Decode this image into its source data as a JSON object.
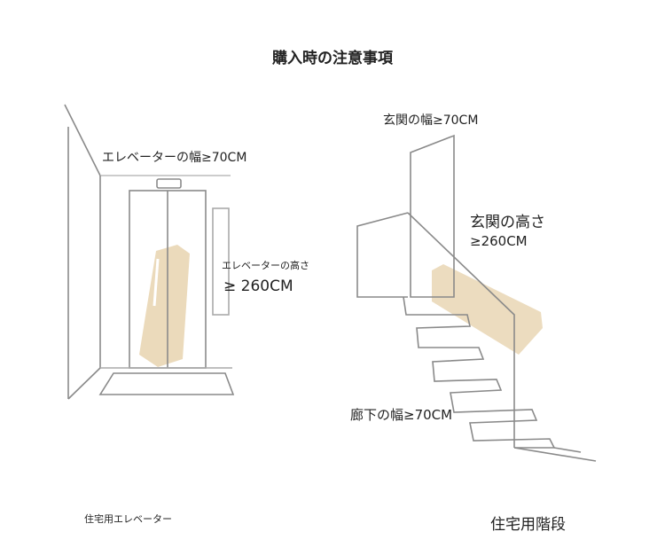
{
  "title": "購入時の注意事項",
  "elevator": {
    "width_label": "エレベーターの幅≥70CM",
    "height_label": "エレベーターの高さ",
    "height_value": "≥ 260CM",
    "caption": "住宅用エレベーター"
  },
  "stairs": {
    "entrance_width_label": "玄関の幅≥70CM",
    "entrance_height_label": "玄関の高さ",
    "entrance_height_value": "≥260CM",
    "hallway_width_label": "廊下の幅≥70CM",
    "caption": "住宅用階段"
  },
  "colors": {
    "package": "#e9d6b4",
    "line": "#8a8a8a"
  }
}
